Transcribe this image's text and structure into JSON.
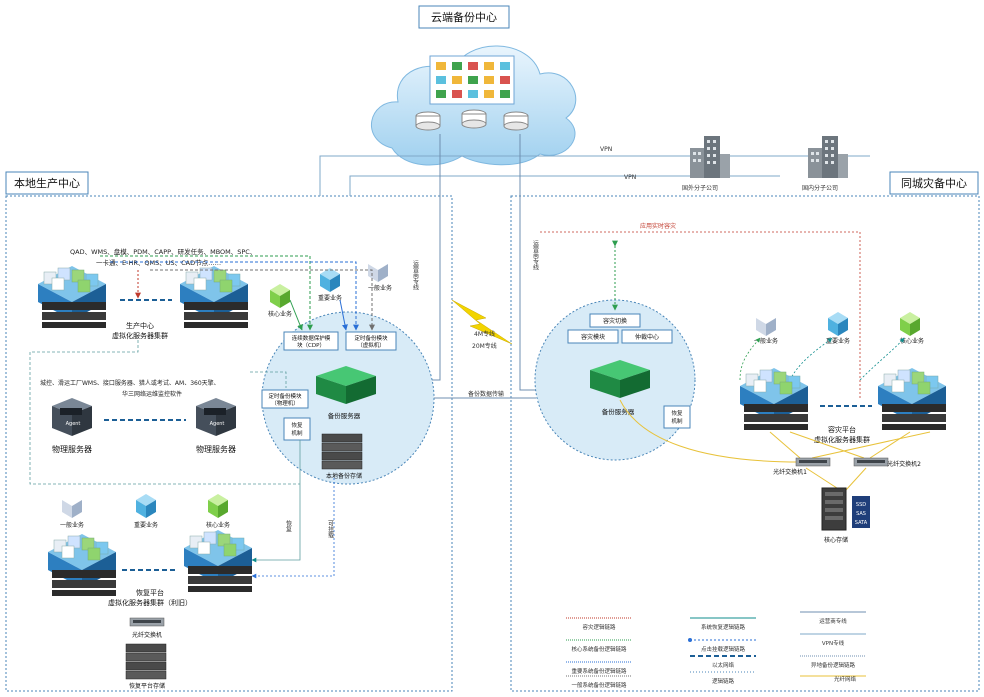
{
  "cloud": {
    "title": "云端备份中心"
  },
  "local": {
    "title": "本地生产中心",
    "apps_line1": "QAD、WMS、盘模、PDM、CAPP、研发任务、MBOM、SPC、",
    "apps_line2": "一卡通、E-HR、QMS、US、CAD节点……",
    "cluster_label_1": "生产中心",
    "cluster_label_2": "虚拟化服务器集群",
    "biz_core": "核心业务",
    "biz_important": "重要业务",
    "biz_general": "一般业务",
    "physical_line1": "城控、滑运工厂WMS、接口服务器、猎人或考试、AM、360天擎、",
    "physical_line2": "华三网络运维监控软件",
    "agent": "Agent",
    "physical_server": "物理服务器",
    "cdp_1": "连续数据保护模",
    "cdp_2": "块（CDP）",
    "timed_vm_1": "定时备份模块",
    "timed_vm_2": "（虚拟机）",
    "timed_phy_1": "定时备份模块",
    "timed_phy_2": "（物理机）",
    "recover_1": "恢复",
    "recover_2": "机制",
    "backup_server": "备份服务器",
    "local_storage": "本地备份存储",
    "restore_text": "恢复",
    "mount_text": "可挂载",
    "carrier_line": "运营商专线",
    "restore_cluster_1": "恢复平台",
    "restore_cluster_2": "虚拟化服务器集群（利旧）",
    "fiber_switch": "光纤交换机",
    "restore_storage": "恢复平台存储"
  },
  "dr": {
    "title": "同城灾备中心",
    "app_realtime": "应用实时容灾",
    "carrier_line": "运营商专线",
    "switch_box": "容灾切换",
    "dr_module": "容灾模块",
    "arbiter": "仲裁中心",
    "backup_server": "备份服务器",
    "recover_1": "恢复",
    "recover_2": "机制",
    "biz_general": "一般业务",
    "biz_important": "重要业务",
    "biz_core": "核心业务",
    "cluster_1": "容灾平台",
    "cluster_2": "虚拟化服务器集群",
    "switch1": "光纤交换机1",
    "switch2": "光纤交换机2",
    "core_storage": "核心存储",
    "disk_ssd": "SSD",
    "disk_sas": "SAS",
    "disk_sata": "SATA"
  },
  "links": {
    "vpn_1": "VPN",
    "vpn_2": "VPN",
    "overseas": "国外分子公司",
    "domestic": "国内分子公司",
    "line_4m": "4M专线",
    "line_20m": "20M专线",
    "backup_transfer": "备份数据传输"
  },
  "legend": {
    "dr_link": "容灾逻辑链路",
    "core_link": "核心系统备份逻辑链路",
    "important_link": "重要系统备份逻辑链路",
    "general_link": "一般系统备份逻辑链路",
    "sys_restore": "系统恢复逻辑链路",
    "mount_link": "点击挂载逻辑链路",
    "ethernet": "以太网络",
    "logic": "逻辑链路",
    "carrier": "运营商专线",
    "vpn": "VPN专线",
    "remote_backup": "异地备份逻辑链路",
    "fiber": "光纤网络"
  },
  "colors": {
    "zone_border": "#4a86b8",
    "bubble_fill": "#d8ebf7",
    "green_link": "#2e9e4f",
    "blue_link": "#2a6fd6",
    "gray_link": "#707070",
    "red_link": "#c0392b",
    "teal_link": "#0f8d8d",
    "yellow_fiber": "#e8c23a",
    "lightning": "#f2d400"
  }
}
